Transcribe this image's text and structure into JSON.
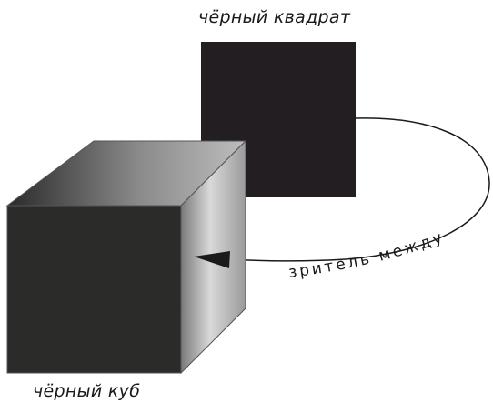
{
  "labels": {
    "square": "чёрный квадрат",
    "cube": "чёрный куб",
    "path": "зритель между"
  },
  "colors": {
    "square_fill": "#221e21",
    "cube_front": "#2b2b29",
    "cube_outline": "#555555",
    "arrow_line": "#1a1a1a",
    "text": "#1a1a1a"
  }
}
